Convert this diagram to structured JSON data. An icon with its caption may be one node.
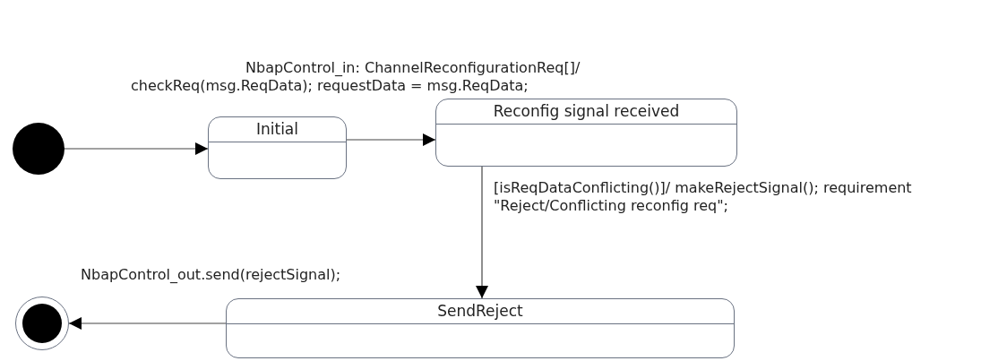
{
  "diagram": {
    "nodes": [
      {
        "text": [],
        "shape": "circle"
      },
      {
        "text": [
          "Initial"
        ]
      },
      {
        "text": [
          "Reconfig signal received"
        ]
      },
      {
        "text": [
          "SendReject"
        ]
      },
      {
        "text": [],
        "shape": "bullseye"
      }
    ],
    "edges": [
      {
        "from": 0,
        "to": 1,
        "arrow": "to"
      },
      {
        "from": 1,
        "to": 2,
        "arrow": "to",
        "label": "NbapControl_in: ChannelReconfigurationReq[]/ checkReq(msg.ReqData); requestData = msg.ReqData;"
      },
      {
        "from": 2,
        "to": 3,
        "arrow": "to",
        "label": "[isReqDataConflicting()]/ makeRejectSignal(); requirement \"Reject/Conflicting reconfig req\";"
      },
      {
        "from": 3,
        "to": 4,
        "arrow": "to",
        "label": "NbapControl_out.send(rejectSignal);"
      }
    ]
  }
}
